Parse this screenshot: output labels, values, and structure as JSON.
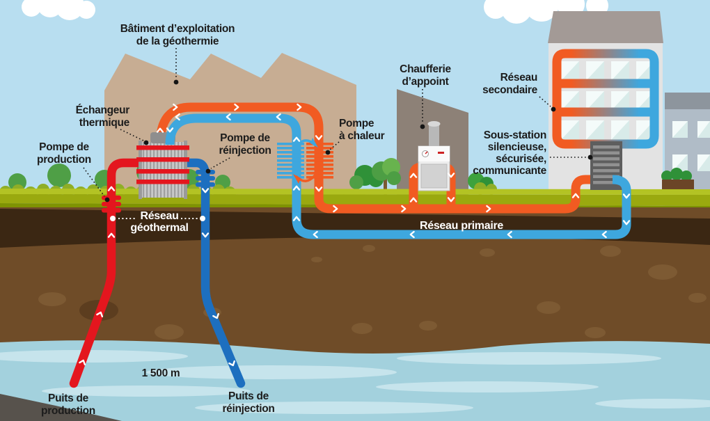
{
  "colors": {
    "sky": "#b8def0",
    "cloud": "#ffffff",
    "factory": "#c7ad93",
    "chaufferie_wall": "#8d8177",
    "apartment_wall": "#e3e3e3",
    "apartment_roof": "#a39a96",
    "neighbor_wall": "#b0bcc7",
    "grass": "#9aa90f",
    "soil_dark": "#3b2713",
    "soil": "#6f4c28",
    "aquifer": "#a3d1dd",
    "bedrock": "#57524c",
    "pipe_hot": "#f15b22",
    "pipe_cold": "#3ea7de",
    "geo_hot": "#e4161e",
    "geo_cold": "#1d6fbf",
    "substation": "#5e5e5e",
    "label_dark": "#1c1c1c",
    "label_light": "#ffffff"
  },
  "labels": {
    "batiment": {
      "lines": [
        "Bâtiment d’exploitation",
        "de la géothermie"
      ]
    },
    "echangeur": {
      "lines": [
        "Échangeur",
        "thermique"
      ]
    },
    "pompe_production": {
      "lines": [
        "Pompe de",
        "production"
      ]
    },
    "pompe_reinjection": {
      "lines": [
        "Pompe de",
        "réinjection"
      ]
    },
    "pompe_chaleur": {
      "lines": [
        "Pompe",
        "à chaleur"
      ]
    },
    "chaufferie": {
      "lines": [
        "Chaufferie",
        "d’appoint"
      ]
    },
    "reseau_secondaire": {
      "lines": [
        "Réseau",
        "secondaire"
      ]
    },
    "sous_station": {
      "lines": [
        "Sous-station",
        "silencieuse,",
        "sécurisée,",
        "communicante"
      ]
    },
    "reseau_geothermal": {
      "lines": [
        "Réseau",
        "géothermal"
      ]
    },
    "reseau_primaire": {
      "lines": [
        "Réseau primaire"
      ]
    },
    "puits_production": {
      "lines": [
        "Puits de",
        "production"
      ]
    },
    "puits_reinjection": {
      "lines": [
        "Puits de",
        "réinjection"
      ]
    },
    "depth": "1 500 m"
  }
}
